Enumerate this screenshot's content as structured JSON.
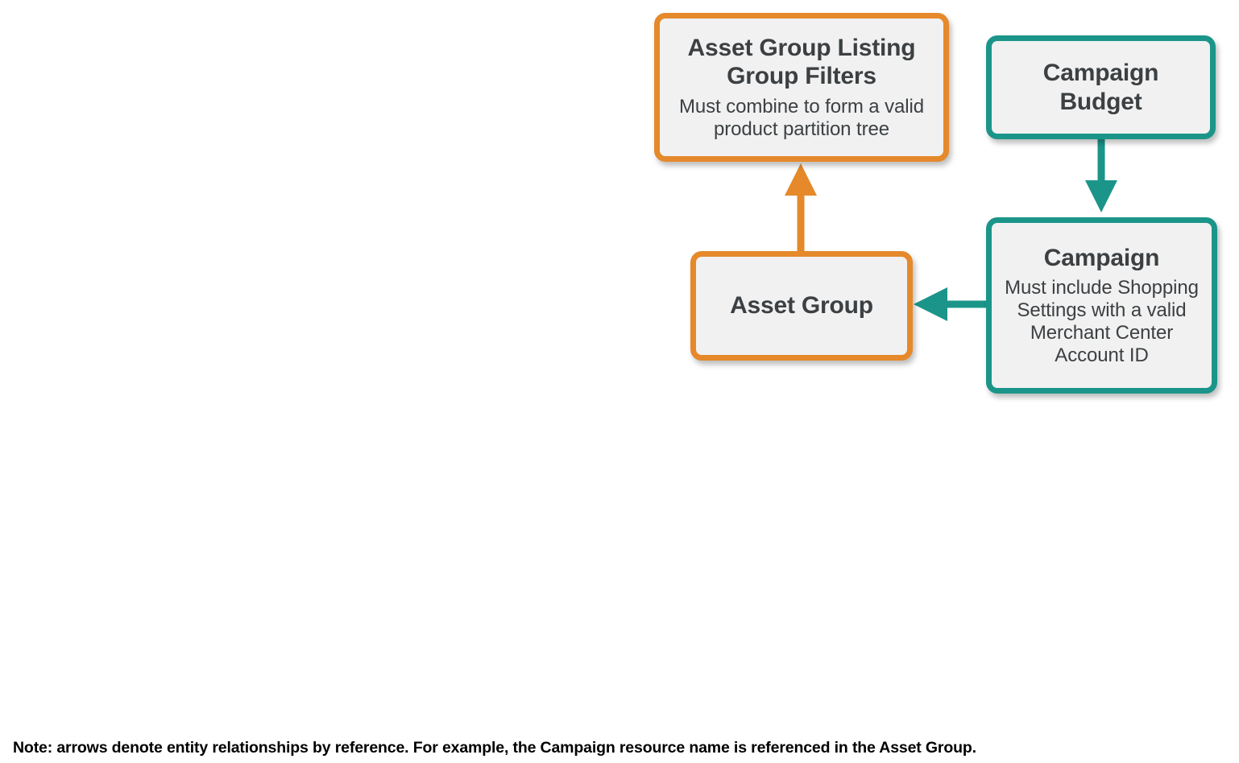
{
  "diagram": {
    "title_note": "Note: arrows denote entity relationships by reference. For example, the Campaign resource name is referenced in the Asset Group.",
    "colors": {
      "orange": "#E5892B",
      "teal": "#1B9589",
      "box_fill": "#F1F1F1",
      "text": "#3C4043",
      "note_text": "#000000",
      "background": "#FFFFFF"
    },
    "nodes": [
      {
        "id": "asset-group-listing-group-filters",
        "title": "Asset Group Listing Group Filters",
        "description": "Must combine to form a valid product partition tree",
        "color": "orange"
      },
      {
        "id": "campaign-budget",
        "title": "Campaign Budget",
        "description": "",
        "color": "teal"
      },
      {
        "id": "asset-group",
        "title": "Asset Group",
        "description": "",
        "color": "orange"
      },
      {
        "id": "campaign",
        "title": "Campaign",
        "description": "Must include Shopping Settings with a valid Merchant Center Account ID",
        "color": "teal"
      }
    ],
    "edges": [
      {
        "id": "asset-group-to-listing-group-filters",
        "from": "asset-group",
        "to": "asset-group-listing-group-filters",
        "color": "orange",
        "direction": "up"
      },
      {
        "id": "campaign-budget-to-campaign",
        "from": "campaign-budget",
        "to": "campaign",
        "color": "teal",
        "direction": "down"
      },
      {
        "id": "campaign-to-asset-group",
        "from": "campaign",
        "to": "asset-group",
        "color": "teal",
        "direction": "left"
      }
    ]
  }
}
